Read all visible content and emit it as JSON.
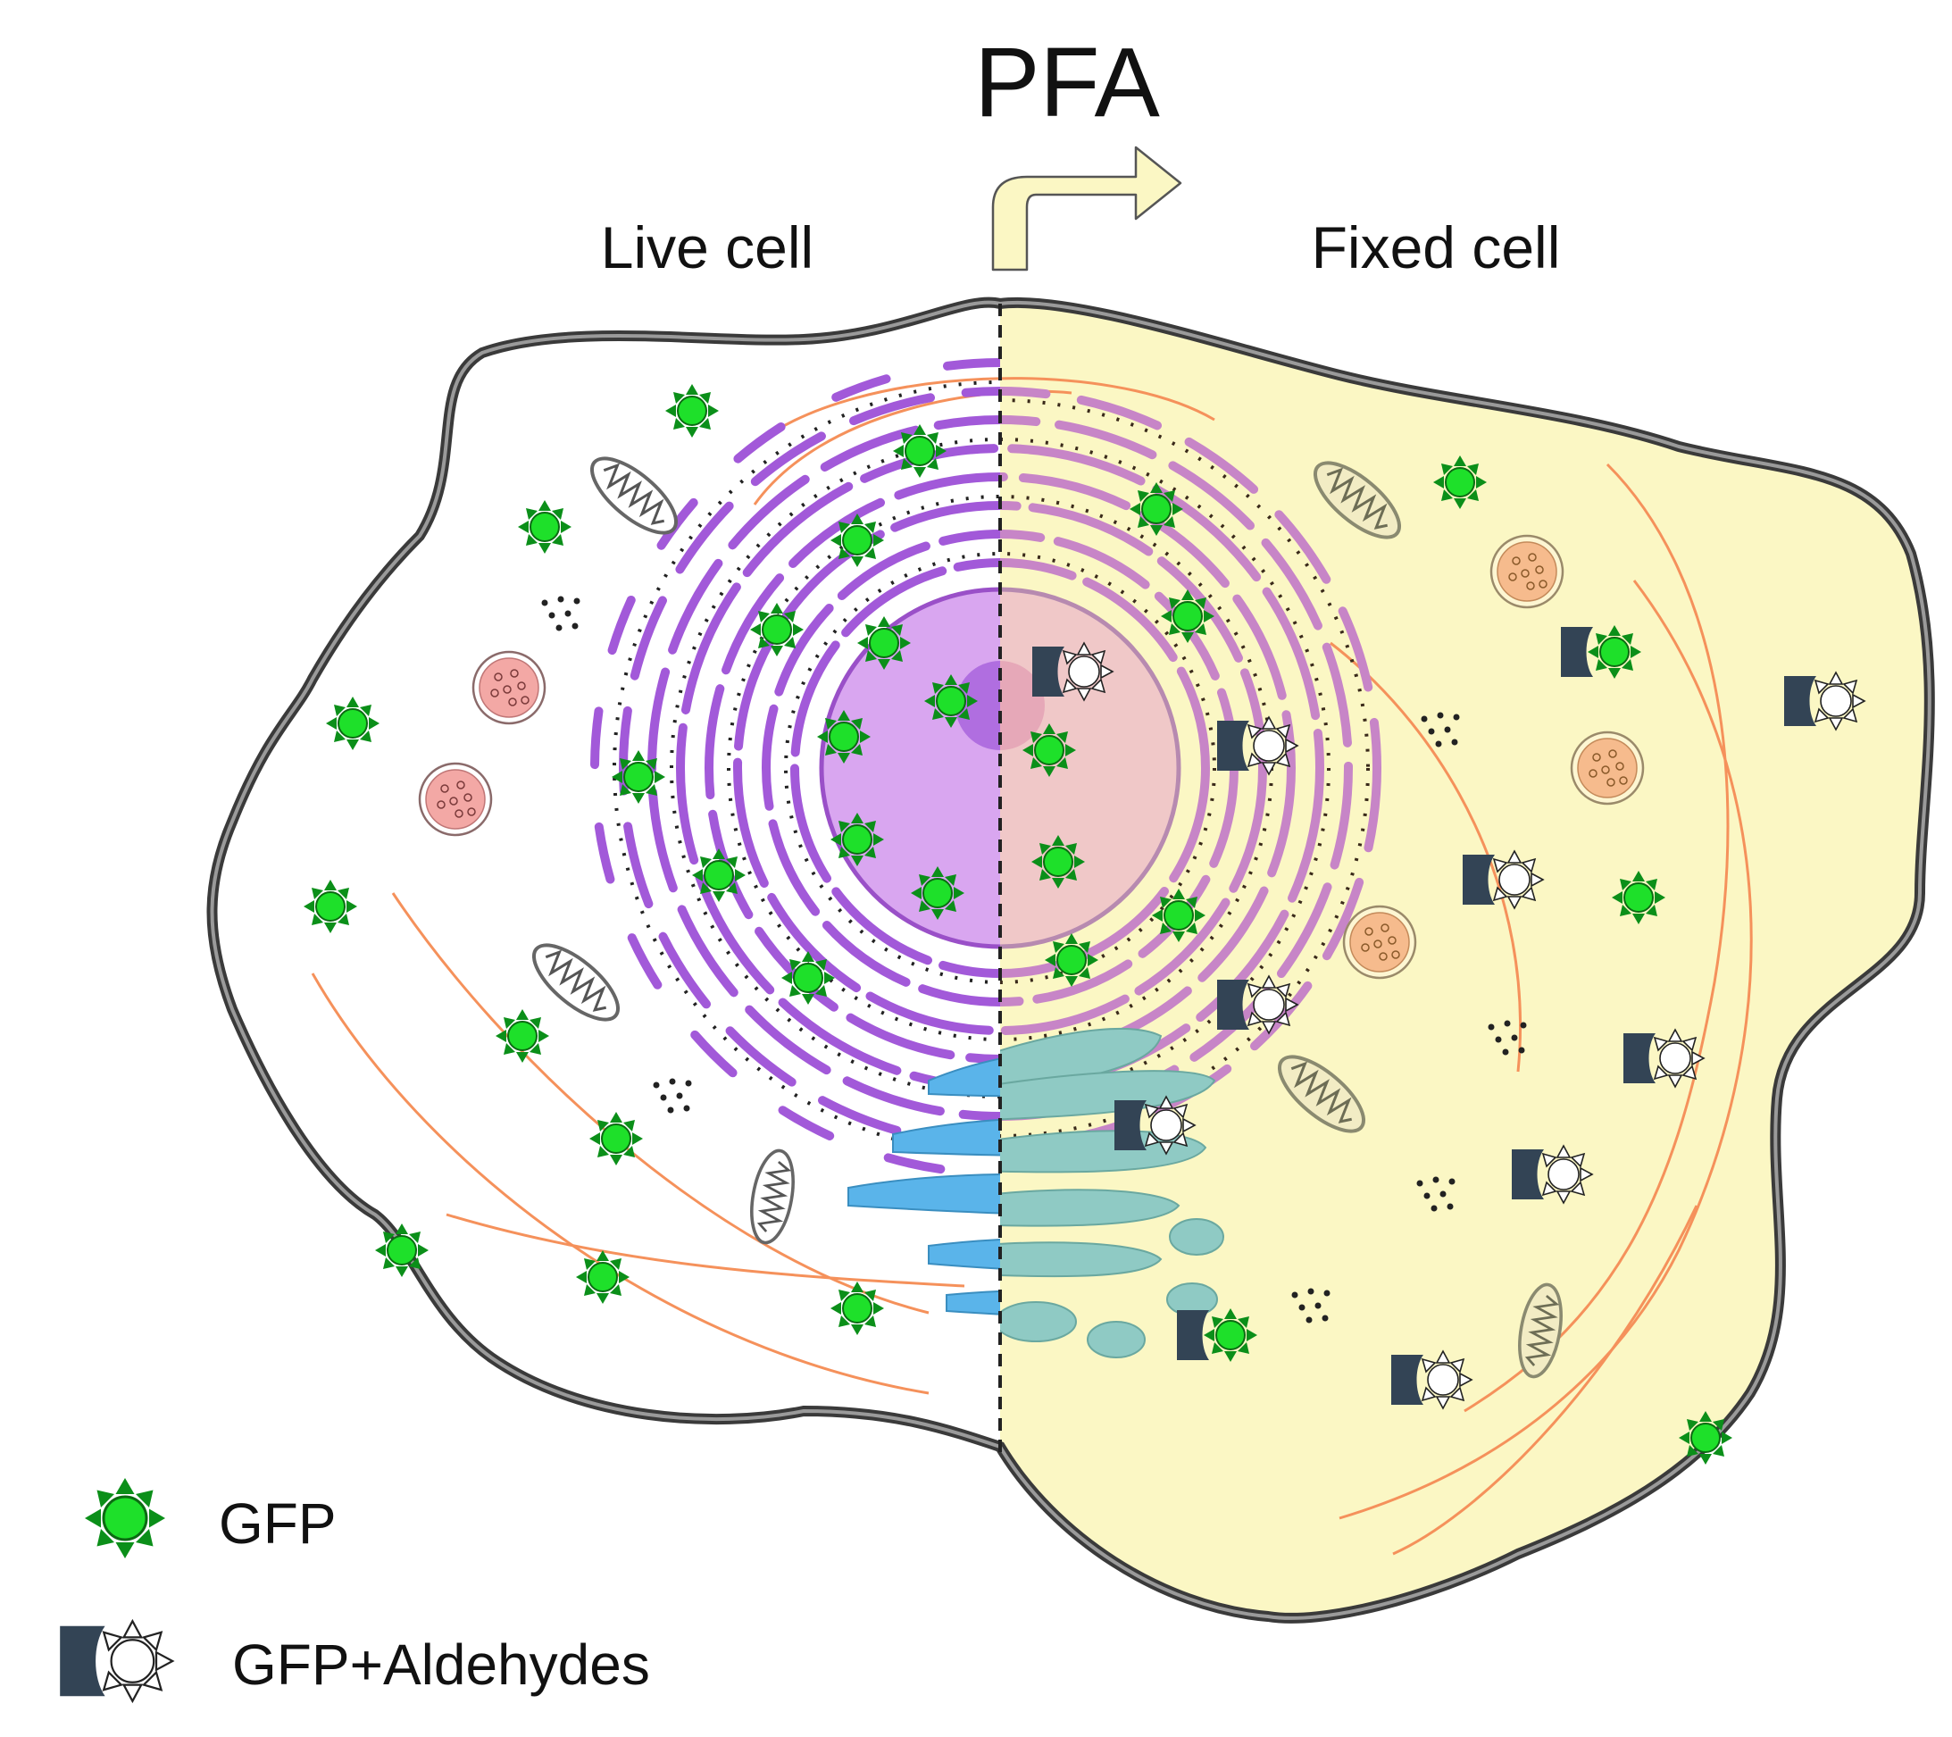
{
  "title": "PFA",
  "labels": {
    "live_cell": "Live cell",
    "fixed_cell": "Fixed cell"
  },
  "legend": {
    "gfp": "GFP",
    "gfp_aldehydes": "GFP+Aldehydes"
  },
  "colors": {
    "background": "#ffffff",
    "fixed_cytoplasm": "#fbf7c4",
    "membrane": "#4d4d4d",
    "gfp_green": "#1ee02a",
    "gfp_spike": "#0b8f19",
    "aldehyde_block": "#334455",
    "nucleus": "#d9a6f0",
    "er_live": "#a259d9",
    "er_fixed": "#c785c7",
    "golgi_live": "#5ab4ea",
    "golgi_fixed": "#8fcac4",
    "lysosome_live": "#f3a8a5",
    "lysosome_fixed": "#f6bb8d",
    "microtubule": "#f5915b",
    "arrow_fill": "#fbf7c4"
  },
  "icons": [
    "gfp-icon",
    "gfp-aldehyde-icon",
    "mitochondrion-icon",
    "lysosome-icon",
    "arrow-icon"
  ]
}
